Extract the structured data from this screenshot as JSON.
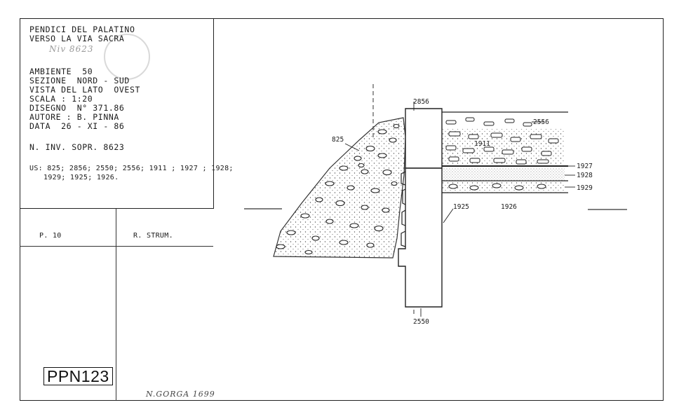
{
  "header": {
    "title_line1": "PENDICI DEL PALATINO",
    "title_line2": "VERSO LA VIA SACRA",
    "handwritten_ref": "Niv 8623"
  },
  "details": {
    "ambiente": "AMBIENTE  50",
    "sezione": "SEZIONE  NORD - SUD",
    "vista": "VISTA DEL LATO  OVEST",
    "scala": "SCALA : 1:20",
    "disegno": "DISEGNO  N° 371.86",
    "autore": "AUTORE : B. PINNA",
    "data": "DATA  26 - XI - 86",
    "inventario": "N. INV. SOPR. 8623",
    "us_line1": "US: 825; 2856; 2550; 2556; 1911 ; 1927 ; 1928;",
    "us_line2": "1929; 1925; 1926."
  },
  "table": {
    "cell_p": "P. 10",
    "cell_strum": "R. STRUM."
  },
  "catalog_code": "PPN123",
  "signature": "N.GORGA 1699",
  "section_labels": {
    "l825": "825",
    "l2856": "2856",
    "l2556": "2556",
    "l1911": "1911",
    "l1927": "1927",
    "l1928": "1928",
    "l1929": "1929",
    "l1925": "1925",
    "l1926": "1926",
    "l2550": "2550"
  }
}
